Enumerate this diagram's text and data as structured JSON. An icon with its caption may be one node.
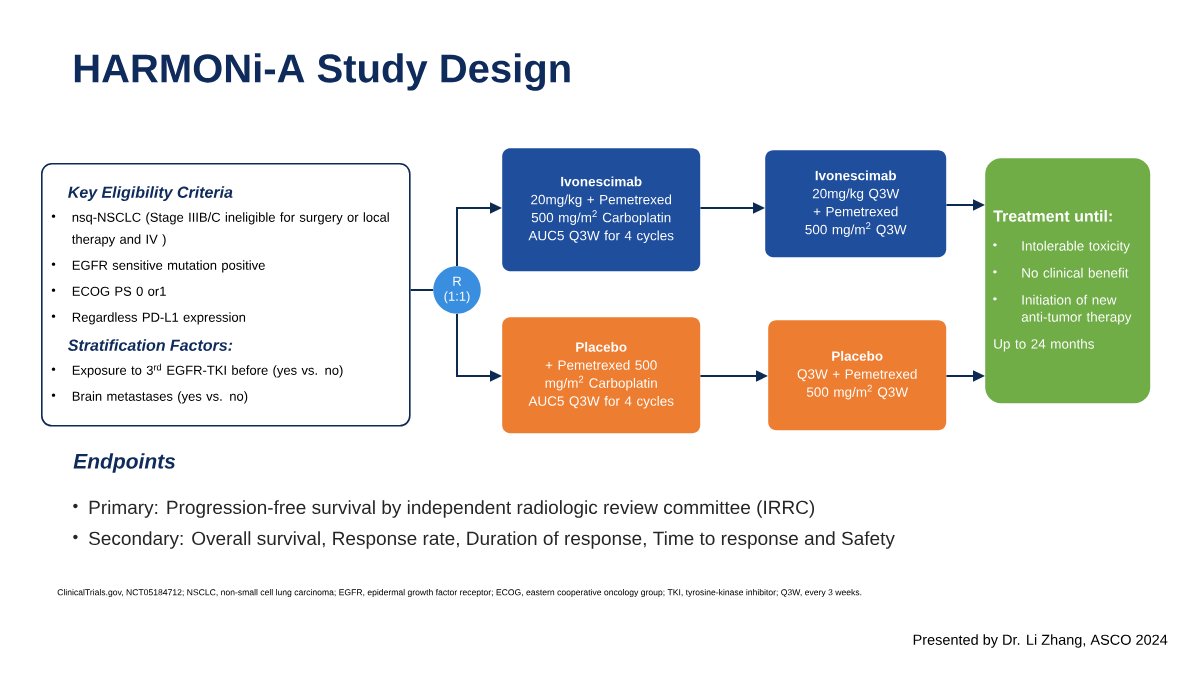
{
  "diagram": {
    "title": "HARMONi-A Study Design",
    "nodes": [
      {
        "text": [
          "Key Eligibility Criteria",
          "nsq-NSCLC (Stage IIIB/C ineligible for surgery or local therapy and IV )",
          "EGFR sensitive mutation positive",
          "ECOG PS 0 or1",
          "Regardless PD-L1 expression",
          "Stratification Factors:",
          "Exposure to 3$^{rd}$ EGFR-TKI before (yes vs. no)",
          "Brain metastases (yes vs. no)"
        ]
      },
      {
        "text": [
          "R (1:1)"
        ]
      },
      {
        "text": [
          "Ivonescimab",
          "20mg/kg + Pemetrexed 500 mg/m$^{2}$ Carboplatin AUC5 Q3W for 4 cycles"
        ]
      },
      {
        "text": [
          "Ivonescimab",
          "20mg/kg Q3W + Pemetrexed 500 mg/m$^{2}$ Q3W"
        ]
      },
      {
        "text": [
          "Placebo",
          "+ Pemetrexed 500 mg/m$^{2}$ Carboplatin AUC5 Q3W for 4 cycles"
        ]
      },
      {
        "text": [
          "Placebo",
          "Q3W + Pemetrexed 500 mg/m$^{2}$ Q3W"
        ]
      },
      {
        "text": [
          "Treatment until:",
          "Intolerable toxicity",
          "No clinical benefit",
          "Initiation of new anti-tumor therapy",
          "Up to 24 months"
        ]
      }
    ],
    "edges": [
      {
        "from": 0,
        "to": 1,
        "arrow": "none"
      },
      {
        "from": 1,
        "to": 2,
        "arrow": "to"
      },
      {
        "from": 1,
        "to": 4,
        "arrow": "to"
      },
      {
        "from": 2,
        "to": 3,
        "arrow": "to"
      },
      {
        "from": 4,
        "to": 5,
        "arrow": "to"
      },
      {
        "from": 3,
        "to": 6,
        "arrow": "to"
      },
      {
        "from": 5,
        "to": 6,
        "arrow": "to"
      }
    ],
    "labels": [
      "Endpoints",
      "Primary: Progression-free survival by independent radiologic review committee (IRRC)",
      "Secondary: Overall survival, Response rate, Duration of response, Time to response and Safety",
      "ClinicalTrials.gov, NCT05184712; NSCLC, non-small cell lung carcinoma; EGFR, epidermal growth factor receptor; ECOG, eastern cooperative oncology group; TKI, tyrosine-kinase inhibitor; Q3W, every 3 weeks.",
      "Presented by Dr. Li Zhang, ASCO 2024"
    ]
  }
}
